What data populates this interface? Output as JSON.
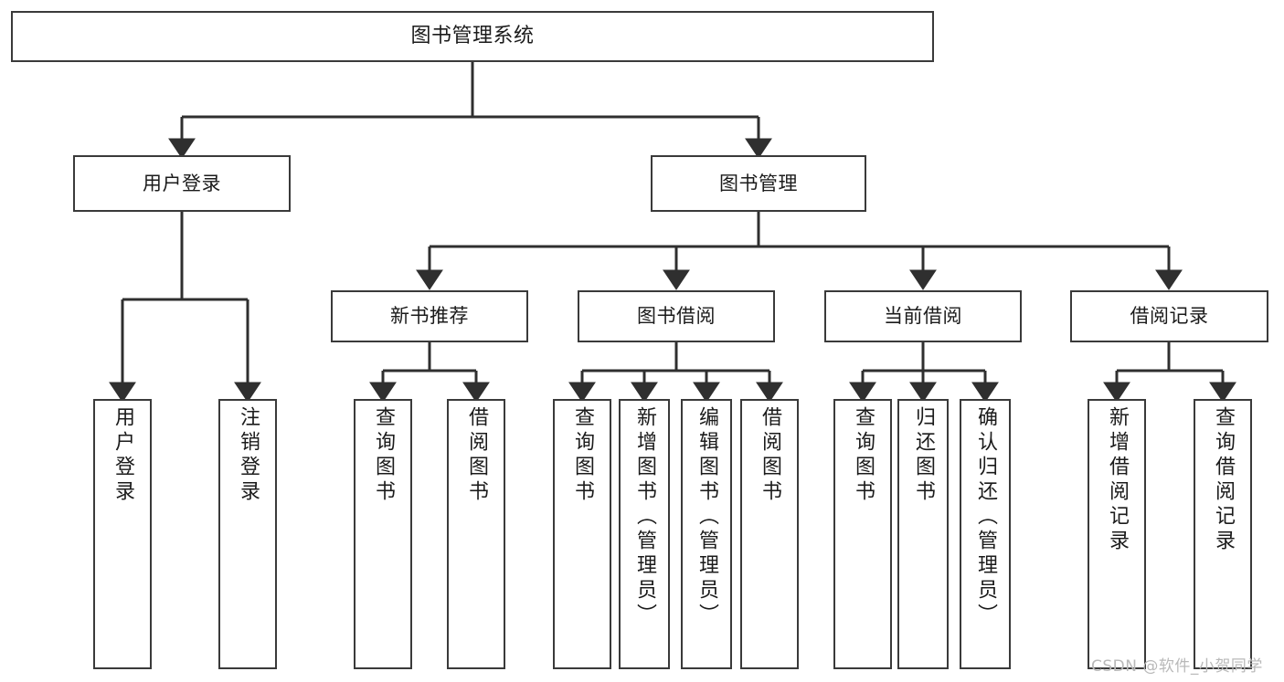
{
  "diagram": {
    "type": "tree-hierarchy",
    "title": "图书管理系统",
    "orientation": "top-down",
    "colors": {
      "box_border": "#3a3a3a",
      "box_fill": "#ffffff",
      "connector": "#2f2f2f",
      "text": "#1b1b1b",
      "watermark": "#b9b9b9"
    }
  },
  "root": {
    "label": "图书管理系统"
  },
  "level2": [
    {
      "label": "用户登录"
    },
    {
      "label": "图书管理"
    }
  ],
  "level3": [
    {
      "label": "新书推荐"
    },
    {
      "label": "图书借阅"
    },
    {
      "label": "当前借阅"
    },
    {
      "label": "借阅记录"
    }
  ],
  "leaves": {
    "user_login": [
      {
        "label": "用户登录"
      },
      {
        "label": "注销登录"
      }
    ],
    "new_book_recommend": [
      {
        "label": "查询图书"
      },
      {
        "label": "借阅图书"
      }
    ],
    "book_borrow": [
      {
        "label": "查询图书"
      },
      {
        "label": "新增图书（管理员）"
      },
      {
        "label": "编辑图书（管理员）"
      },
      {
        "label": "借阅图书"
      }
    ],
    "current_borrow": [
      {
        "label": "查询图书"
      },
      {
        "label": "归还图书"
      },
      {
        "label": "确认归还（管理员）"
      }
    ],
    "borrow_record": [
      {
        "label": "新增借阅记录"
      },
      {
        "label": "查询借阅记录"
      }
    ]
  },
  "watermark": {
    "text": "CSDN @软件_小贺同学"
  }
}
